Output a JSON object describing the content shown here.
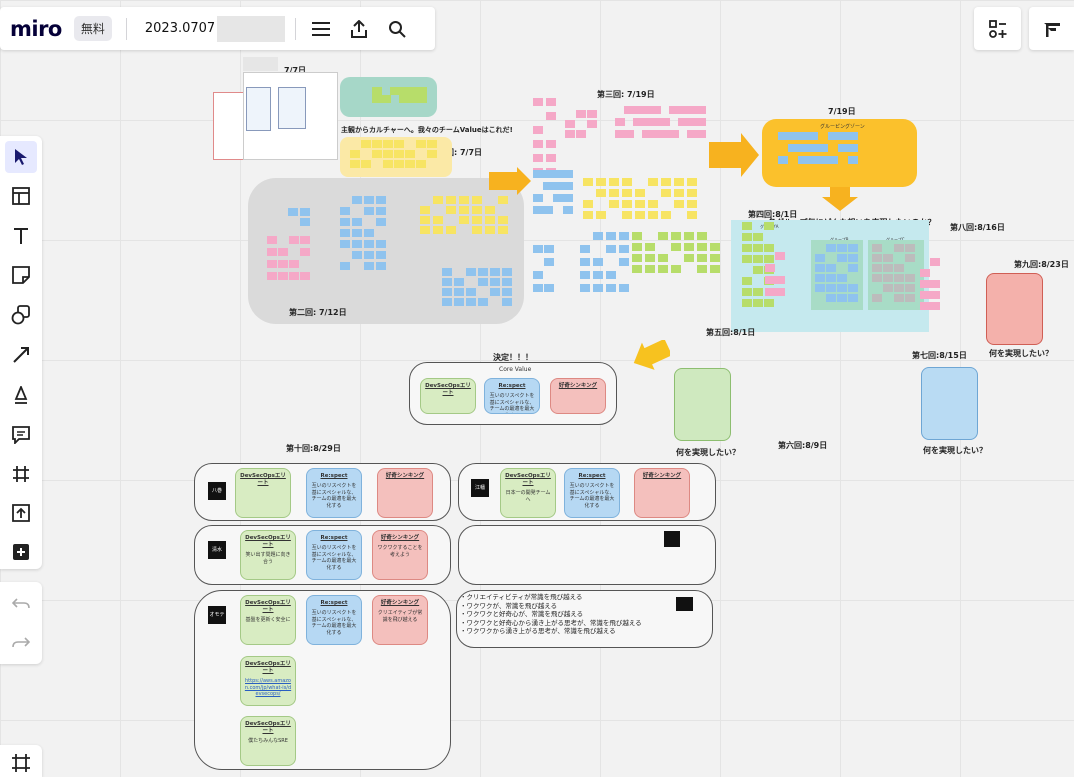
{
  "app": {
    "logo": "miro",
    "plan_badge": "無料",
    "board_name": "2023.0707"
  },
  "toolbar_icons": [
    "menu-icon",
    "share-upload-icon",
    "search-icon"
  ],
  "right_icons": [
    "collaboration-tools-icon",
    "reactions-panel-icon"
  ],
  "left_tools": [
    "select-cursor-icon",
    "templates-icon",
    "text-icon",
    "sticky-note-icon",
    "shapes-icon",
    "connection-line-icon",
    "pen-icon",
    "comment-icon",
    "frame-icon",
    "upload-icon",
    "add-more-icon"
  ],
  "board": {
    "date_77": "7/7日",
    "headline": "主観からカルチャーへ。我々のチームValueはこれだ!",
    "session1": "第一回: 7/7日",
    "session2": "第二回: 7/12日",
    "session3": "第三回: 7/19日",
    "date_719": "7/19日",
    "grouping_zone": "グルーピングゾーン",
    "session4": "第四回:8/1日",
    "group_question": "各グループ毎にどんな想いを表現したいのか？",
    "session8": "第八回:8/16日",
    "session9": "第九回:8/23日",
    "session5": "第五回:8/1日",
    "session7": "第七回:8/15日",
    "session6": "第六回:8/9日",
    "session10": "第十回:8/29日",
    "what_realize_1": "何を実現したい？",
    "what_realize_2": "何を実現したい？",
    "what_realize_3": "何を実現したい？",
    "decided": "決定！！！",
    "core_value": "Core Value",
    "group_a": "グループA",
    "group_b": "グループB",
    "group_c": "グループC"
  },
  "core_cards": {
    "devsecops": "DevSecOpsエリート",
    "respect": "Re:spect",
    "shinking": "好奇シンキング"
  },
  "row_labels": [
    "八巻",
    "清水",
    "オモテ",
    "江幡"
  ],
  "lines": [
    "・クリエイティビティが常識を飛び越える",
    "・ワクワクが、常識を飛び越える",
    "・ワクワクと好奇心が、常識を飛び越える",
    "・ワクワクと好奇心から湧き上がる思考が、常識を飛び越える",
    "・ワクワクから湧き上がる思考が、常識を飛び越える"
  ],
  "cards_text": {
    "nihon_ichi": "日本一の開発チームへ",
    "warau": "笑い出す問題に向き合う",
    "wakuwaku": "ワクワクすることを考えよう",
    "kiban": "基盤を更新く安全に",
    "creative": "クリエイティブが常識を飛び越える",
    "link": "https://aws.amazon.com/jp/what-is/devsecops/",
    "minna": "僕たちみんなSRE",
    "respect_desc": "互いのリスペクトを基にスペシャルな、チームの最適を最大化する"
  }
}
